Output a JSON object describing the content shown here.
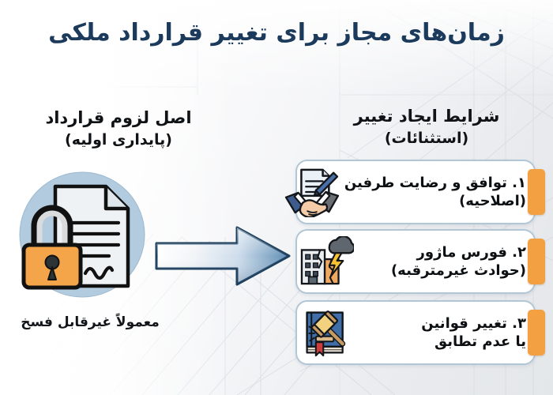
{
  "title": "زمان‌های مجاز برای تغییر قرارداد ملکی",
  "left_column": {
    "heading": "اصل لزوم قرارداد",
    "subheading": "(پایداری اولیه)",
    "caption": "معمولاً غیرقابل فسخ",
    "icon": "locked-contract-document-icon"
  },
  "right_column": {
    "heading": "شرایط ایجاد تغییر",
    "subheading": "(استثنائات)"
  },
  "arrow": {
    "icon": "right-pointing-arrow-icon"
  },
  "cards": [
    {
      "line1": "۱. توافق و رضایت طرفین",
      "line2": "(اصلاحیه)",
      "icon": "handshake-contract-icon"
    },
    {
      "line1": "۲. فورس ماژور",
      "line2": "(حوادث غیرمترقبه)",
      "icon": "storm-damaged-building-icon"
    },
    {
      "line1": "۳. تغییر قوانین",
      "line2": "یا عدم تطابق",
      "icon": "law-book-gavel-icon"
    }
  ],
  "colors": {
    "title_navy": "#1b3a5c",
    "accent_orange": "#f3a043",
    "card_border": "#b2c7d6",
    "circle_blue": "#afc8dc",
    "arrow_blue": "#4f7fa8",
    "text_black": "#0d1013"
  }
}
